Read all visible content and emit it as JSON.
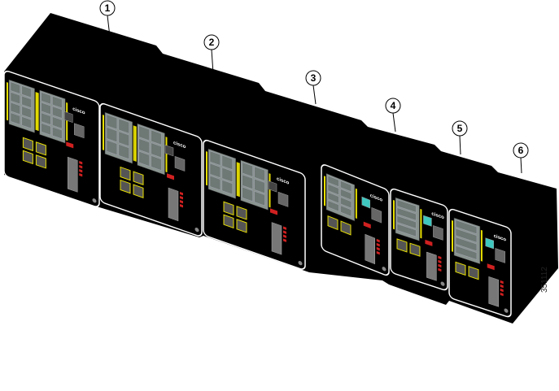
{
  "figure": {
    "callouts": [
      "1",
      "2",
      "3",
      "4",
      "5",
      "6"
    ],
    "figure_id": "351112",
    "logo_text": "cisco",
    "colors": {
      "chassis": "#000000",
      "panel_border": "#ffffff",
      "ports": "#8a9490",
      "accent_yellow": "#e8e000",
      "alarm_red": "#d02020",
      "status_cyan": "#3fc8c0"
    }
  }
}
